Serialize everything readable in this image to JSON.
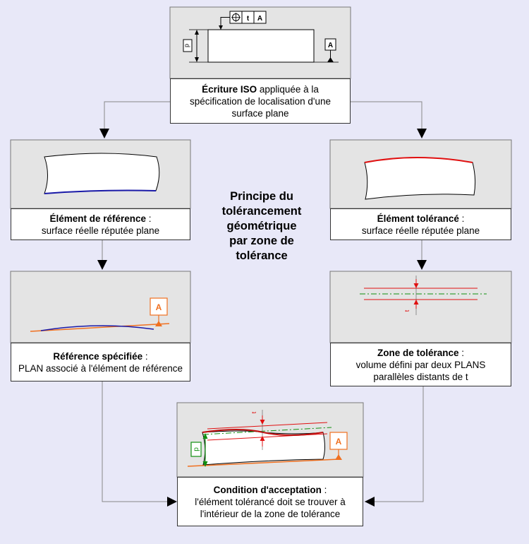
{
  "title_lines": [
    "Principe du",
    "tolérancement",
    "géométrique",
    "par zone de",
    "tolérance"
  ],
  "top": {
    "bold": "Écriture ISO",
    "rest": " appliquée à la",
    "line2": "spécification de localisation d'une",
    "line3": "surface plane",
    "frame_tol": "t",
    "frame_datum": "A",
    "datum_label": "A",
    "dim_label": "p"
  },
  "left1": {
    "bold": "Élément de référence",
    "rest": " :",
    "line2": "surface réelle réputée plane"
  },
  "right1": {
    "bold": "Élément tolérancé",
    "rest": " :",
    "line2": "surface réelle réputée plane"
  },
  "left2": {
    "bold": "Référence spécifiée",
    "rest": " :",
    "line2": "PLAN associé à l'élément de référence",
    "datum_label": "A"
  },
  "right2": {
    "bold": "Zone de tolérance",
    "rest": " :",
    "line2": "volume défini par deux PLANS",
    "line3": "parallèles distants de t",
    "dim_label": "t"
  },
  "bottom": {
    "bold": "Condition d'acceptation",
    "rest": " :",
    "line2": "l'élément tolérancé doit se trouver à",
    "line3": "l'intérieur de la zone de tolérance",
    "dim_label": "p",
    "datum_label": "A",
    "tol_label": "t"
  },
  "colors": {
    "background": "#e8e8f8",
    "panel": "#e4e4e4",
    "blue": "#1a1aa8",
    "red": "#e01010",
    "orange": "#f07020",
    "green": "#109010"
  }
}
